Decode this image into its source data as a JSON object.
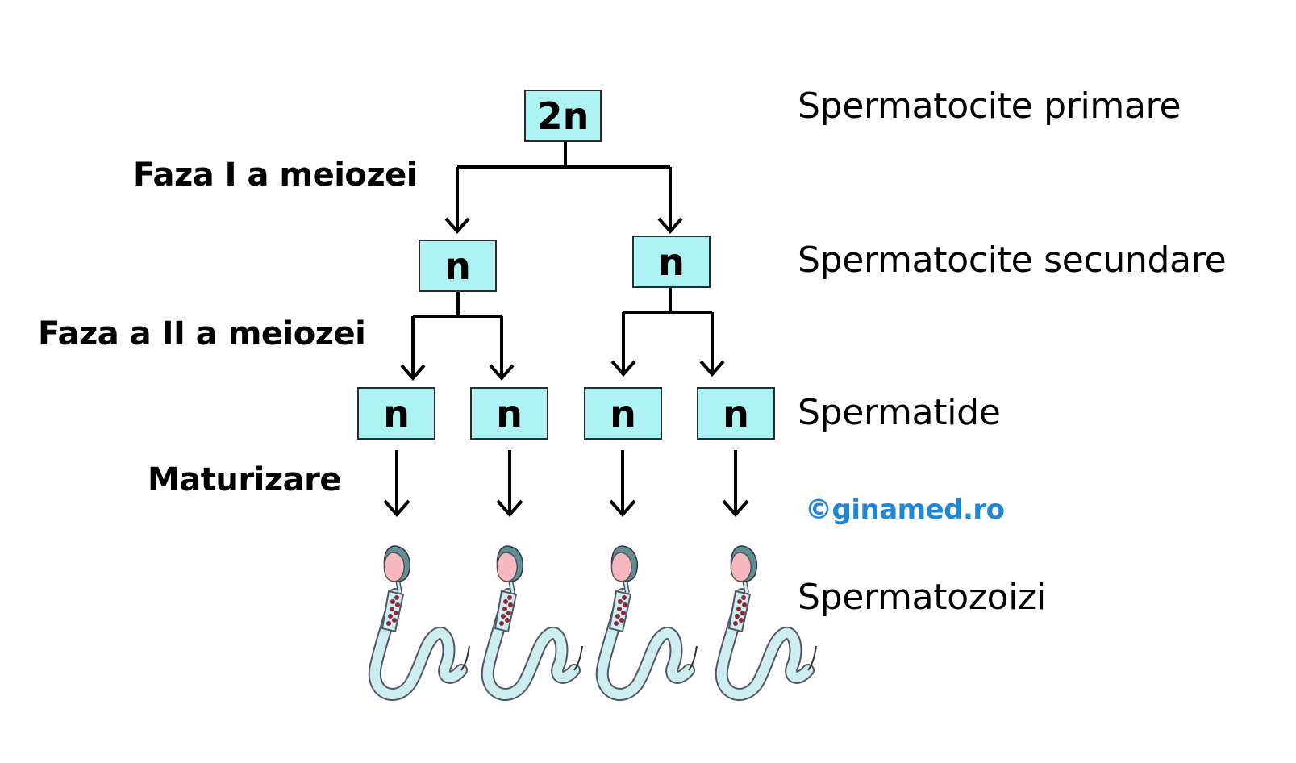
{
  "cells": {
    "primary": "2n",
    "secondary": [
      "n",
      "n"
    ],
    "spermatids": [
      "n",
      "n",
      "n",
      "n"
    ]
  },
  "phases": {
    "meiosis_1": "Faza I a meiozei",
    "meiosis_2": "Faza a II a meiozei",
    "maturation": "Maturizare"
  },
  "stages": {
    "primary": "Spermatocite primare",
    "secondary": "Spermatocite secundare",
    "spermatids": "Spermatide",
    "spermatozoa": "Spermatozoizi"
  },
  "credit": "©ginamed.ro",
  "colors": {
    "box_fill": "#aef3f3",
    "credit": "#1f86d6",
    "sperm_head": "#f7b8bf",
    "sperm_cap": "#5f8f94",
    "sperm_tail": "#cdeef0",
    "sperm_mito": "#8b2a3a"
  },
  "icons": [
    "spermatozoon-icon"
  ]
}
